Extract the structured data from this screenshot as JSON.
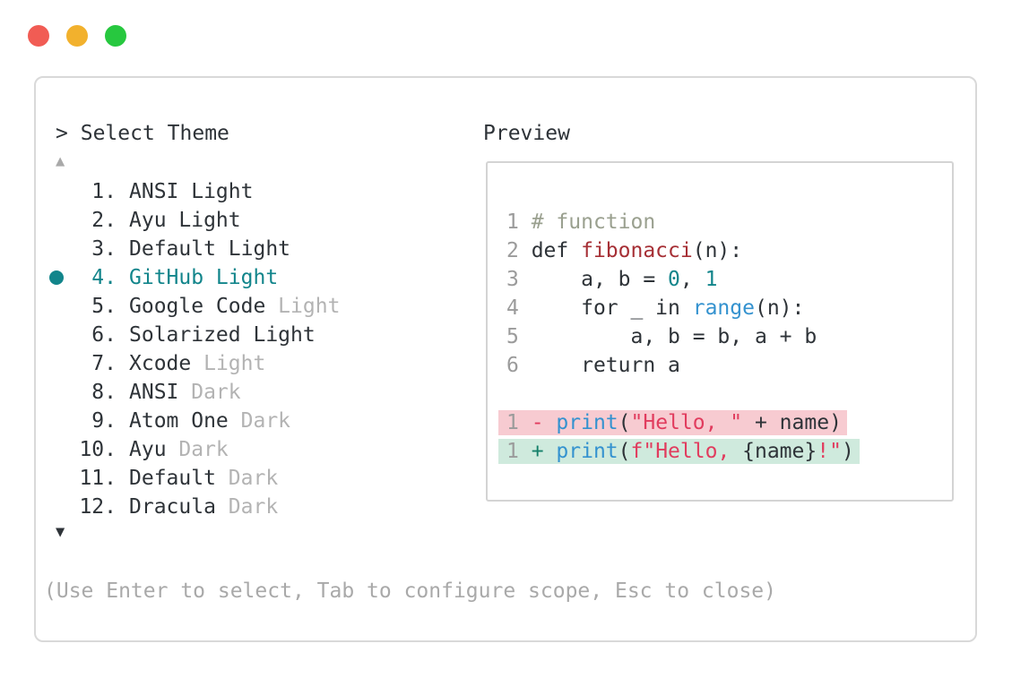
{
  "header": {
    "prompt": ">",
    "title": "Select Theme"
  },
  "preview_label": "Preview",
  "scroll": {
    "up_symbol": "▲",
    "down_symbol": "▼"
  },
  "footer": {
    "hint": "(Use Enter to select, Tab to configure scope, Esc to close)"
  },
  "themes": [
    {
      "number": "1.",
      "name": "ANSI Light",
      "variant": "",
      "selected": false
    },
    {
      "number": "2.",
      "name": "Ayu Light",
      "variant": "",
      "selected": false
    },
    {
      "number": "3.",
      "name": "Default Light",
      "variant": "",
      "selected": false
    },
    {
      "number": "4.",
      "name": "GitHub Light",
      "variant": "",
      "selected": true
    },
    {
      "number": "5.",
      "name": "Google Code",
      "variant": "Light",
      "selected": false
    },
    {
      "number": "6.",
      "name": "Solarized Light",
      "variant": "",
      "selected": false
    },
    {
      "number": "7.",
      "name": "Xcode",
      "variant": "Light",
      "selected": false
    },
    {
      "number": "8.",
      "name": "ANSI",
      "variant": "Dark",
      "selected": false
    },
    {
      "number": "9.",
      "name": "Atom One",
      "variant": "Dark",
      "selected": false
    },
    {
      "number": "10.",
      "name": "Ayu",
      "variant": "Dark",
      "selected": false
    },
    {
      "number": "11.",
      "name": "Default",
      "variant": "Dark",
      "selected": false
    },
    {
      "number": "12.",
      "name": "Dracula",
      "variant": "Dark",
      "selected": false
    }
  ],
  "preview": {
    "code_lines": [
      {
        "num": "1",
        "segs": [
          {
            "t": "# function",
            "c": "comment"
          }
        ]
      },
      {
        "num": "2",
        "segs": [
          {
            "t": "def ",
            "c": "code"
          },
          {
            "t": "fibonacci",
            "c": "func"
          },
          {
            "t": "(n):",
            "c": "code"
          }
        ]
      },
      {
        "num": "3",
        "segs": [
          {
            "t": "    a, b = ",
            "c": "code"
          },
          {
            "t": "0",
            "c": "numlit"
          },
          {
            "t": ", ",
            "c": "code"
          },
          {
            "t": "1",
            "c": "numlit"
          }
        ]
      },
      {
        "num": "4",
        "segs": [
          {
            "t": "    for _ in ",
            "c": "code"
          },
          {
            "t": "range",
            "c": "call"
          },
          {
            "t": "(n):",
            "c": "code"
          }
        ]
      },
      {
        "num": "5",
        "segs": [
          {
            "t": "        a, b = b, a + b",
            "c": "code"
          }
        ]
      },
      {
        "num": "6",
        "segs": [
          {
            "t": "    return a",
            "c": "code"
          }
        ]
      }
    ],
    "diff_lines": [
      {
        "num": "1",
        "bg": "removed",
        "segs": [
          {
            "t": "- ",
            "c": "del"
          },
          {
            "t": "print",
            "c": "call"
          },
          {
            "t": "(",
            "c": "code"
          },
          {
            "t": "\"Hello, \"",
            "c": "str"
          },
          {
            "t": " + name)",
            "c": "code"
          }
        ]
      },
      {
        "num": "1",
        "bg": "added",
        "segs": [
          {
            "t": "+ ",
            "c": "ins"
          },
          {
            "t": "print",
            "c": "call"
          },
          {
            "t": "(",
            "c": "code"
          },
          {
            "t": "f\"Hello, ",
            "c": "str"
          },
          {
            "t": "{name}",
            "c": "code"
          },
          {
            "t": "!\"",
            "c": "str"
          },
          {
            "t": ")",
            "c": "code"
          }
        ]
      }
    ]
  },
  "colors": {
    "accent_teal": "#12858b",
    "text_dark": "#2e3338",
    "text_dim": "#b3b3b3",
    "text_gray": "#a9a9a9",
    "line_number": "#9b9b9b",
    "comment": "#9aa08f",
    "function_red": "#a62f35",
    "number_teal": "#12858b",
    "call_blue": "#3492cf",
    "string_red": "#e13c5e",
    "diff_del": "#e13c5e",
    "diff_ins": "#15806a",
    "removed_bg": "#f7cbd1",
    "added_bg": "#cfeadd",
    "border": "#d9d9d9",
    "traffic_red": "#f15c54",
    "traffic_yellow": "#f2b12d",
    "traffic_green": "#27c83f"
  }
}
